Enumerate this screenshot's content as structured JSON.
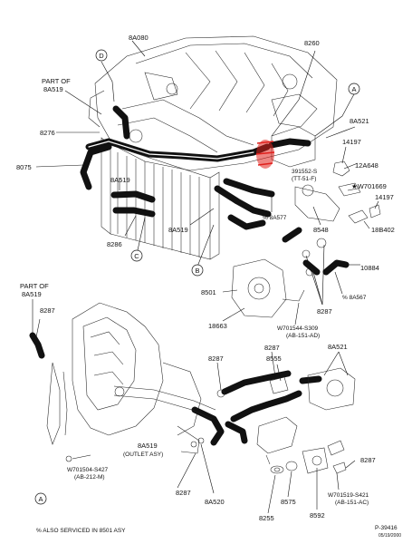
{
  "callouts_top": {
    "8A080": "8A080",
    "8260": "8260",
    "D": "D",
    "part_of_1": "PART OF",
    "part_of_1_num": "8A519",
    "8276": "8276",
    "A_top": "A",
    "8A521_top": "8A521",
    "14197_a": "14197",
    "8075": "8075",
    "391552": "391552-S",
    "391552_sub": "(TT-51-F)",
    "12A648": "12A648",
    "w701669": "★W701669",
    "8A519_left": "8A519",
    "14197_b": "14197",
    "8A577": "% 8A577",
    "8548": "8548",
    "18B402": "18B402",
    "8286": "8286",
    "C": "C",
    "8A519_mid": "8A519",
    "B": "B",
    "10884": "10884",
    "8501": "8501",
    "8287_mid": "8287",
    "8A567": "% 8A567",
    "18663": "18663",
    "w701544": "W701544-S309",
    "w701544_sub": "(AB-151-AD)"
  },
  "callouts_bottom": {
    "part_of_2": "PART OF",
    "part_of_2_num": "8A519",
    "8287_a": "8287",
    "8287_b": "8287",
    "8287_c": "8287",
    "8555": "8555",
    "8A521_bot": "8A521",
    "8A519_outlet": "8A519",
    "outlet_asy": "(OUTLET ASY)",
    "w701504": "W701504-S427",
    "w701504_sub": "(AB-212-M)",
    "8287_d": "8287",
    "8287_e": "8287",
    "8A520": "8A520",
    "8575": "8575",
    "w701519": "W701519-S421",
    "w701519_sub": "(AB-151-AC)",
    "A_bot": "A",
    "8255": "8255",
    "8592": "8592"
  },
  "footer": {
    "note": "% ALSO SERVICED IN 8501 ASY",
    "part_no": "P-39416",
    "date": "05/19/2000"
  },
  "colors": {
    "ink": "#111111",
    "highlight": "#e0201c",
    "paper": "#ffffff"
  }
}
